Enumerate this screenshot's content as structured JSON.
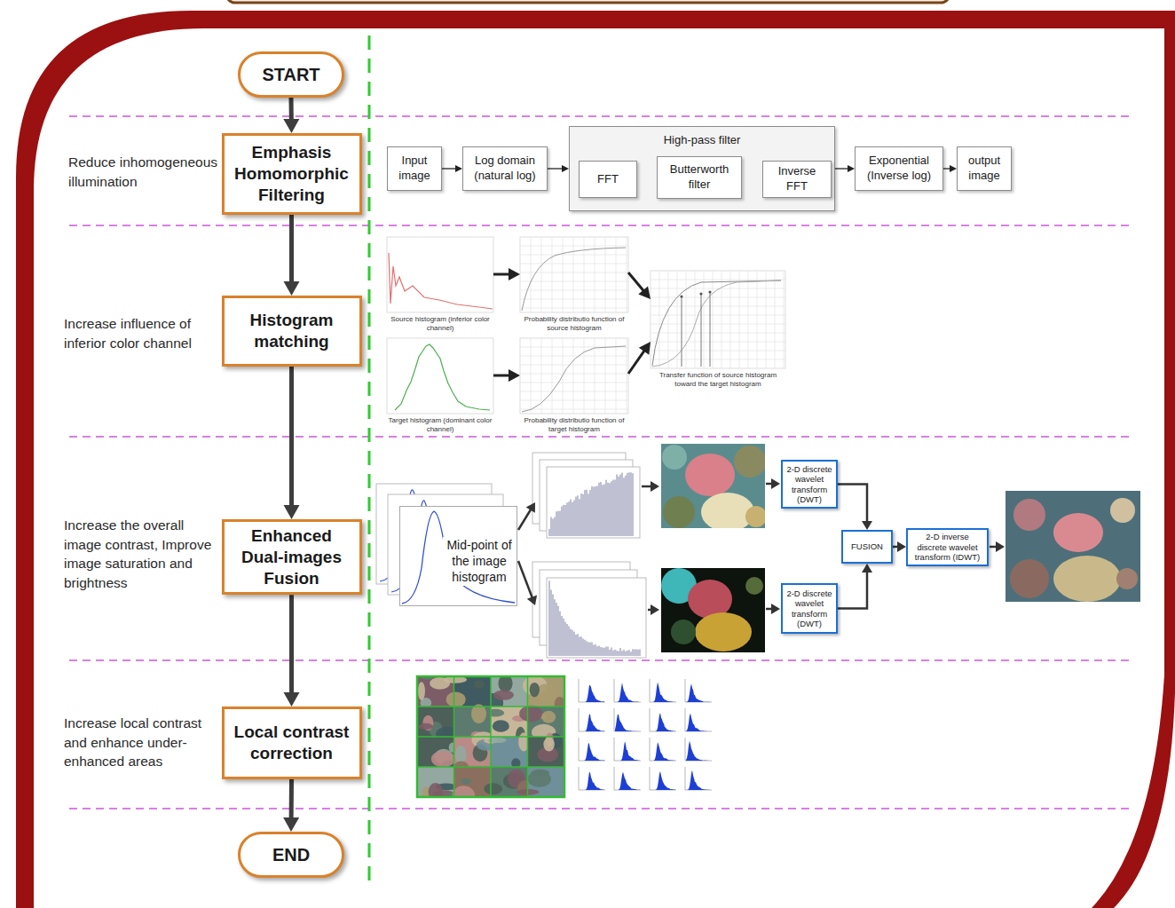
{
  "diagram": {
    "nodes": [
      {
        "text": [
          "START"
        ]
      },
      {
        "text": [
          "Emphasis Homomorphic Filtering"
        ]
      },
      {
        "text": [
          "Histogram matching"
        ]
      },
      {
        "text": [
          "Enhanced Dual-images Fusion"
        ]
      },
      {
        "text": [
          "Local contrast correction"
        ]
      },
      {
        "text": [
          "END"
        ]
      },
      {
        "text": [
          "Input image"
        ]
      },
      {
        "text": [
          "Log domain (natural log)"
        ]
      },
      {
        "text": [
          "High-pass filter"
        ]
      },
      {
        "text": [
          "FFT"
        ],
        "in": 8
      },
      {
        "text": [
          "Butterworth filter"
        ],
        "in": 8
      },
      {
        "text": [
          "Inverse FFT"
        ],
        "in": 8
      },
      {
        "text": [
          "Exponential (Inverse log)"
        ]
      },
      {
        "text": [
          "output image"
        ]
      },
      {
        "text": [
          "Source histogram (inferior color channel)"
        ]
      },
      {
        "text": [
          "Probability distributio function of source histogram"
        ]
      },
      {
        "text": [
          "Transfer function of source histogram toward the target histogram"
        ]
      },
      {
        "text": [
          "Target histogram (dominant color channel)"
        ]
      },
      {
        "text": [
          "Probability distributio function of target histogram"
        ]
      },
      {
        "text": [
          "Mid-point of the image histogram"
        ]
      },
      {
        "text": [
          "2-D discrete wavelet transform (DWT)"
        ]
      },
      {
        "text": [
          "FUSION"
        ]
      },
      {
        "text": [
          "2-D inverse discrete wavelet transform (IDWT)"
        ]
      },
      {
        "text": [
          "2-D discrete wavelet transform (DWT)"
        ]
      }
    ],
    "edges": [
      {
        "from": 0,
        "to": 1,
        "arrow": "to"
      },
      {
        "from": 1,
        "to": 2,
        "arrow": "to"
      },
      {
        "from": 2,
        "to": 3,
        "arrow": "to"
      },
      {
        "from": 3,
        "to": 4,
        "arrow": "to"
      },
      {
        "from": 4,
        "to": 5,
        "arrow": "to"
      },
      {
        "from": 6,
        "to": 7,
        "arrow": "to"
      },
      {
        "from": 7,
        "to": 8,
        "arrow": "to"
      },
      {
        "from": 9,
        "to": 10,
        "arrow": "to"
      },
      {
        "from": 10,
        "to": 11,
        "arrow": "to"
      },
      {
        "from": 8,
        "to": 12,
        "arrow": "to"
      },
      {
        "from": 12,
        "to": 13,
        "arrow": "to"
      },
      {
        "from": 14,
        "to": 15,
        "arrow": "to"
      },
      {
        "from": 17,
        "to": 18,
        "arrow": "to"
      },
      {
        "from": 15,
        "to": 16,
        "arrow": "to"
      },
      {
        "from": 18,
        "to": 16,
        "arrow": "to"
      },
      {
        "from": 20,
        "to": 21,
        "arrow": "to"
      },
      {
        "from": 23,
        "to": 21,
        "arrow": "to"
      },
      {
        "from": 21,
        "to": 22,
        "arrow": "to"
      }
    ],
    "labels": [
      "Reduce inhomogeneous illumination",
      "Increase influence of inferior color channel",
      "Increase the overall image contrast, Improve image saturation and brightness",
      "Increase local contrast and enhance under-enhanced areas"
    ]
  }
}
